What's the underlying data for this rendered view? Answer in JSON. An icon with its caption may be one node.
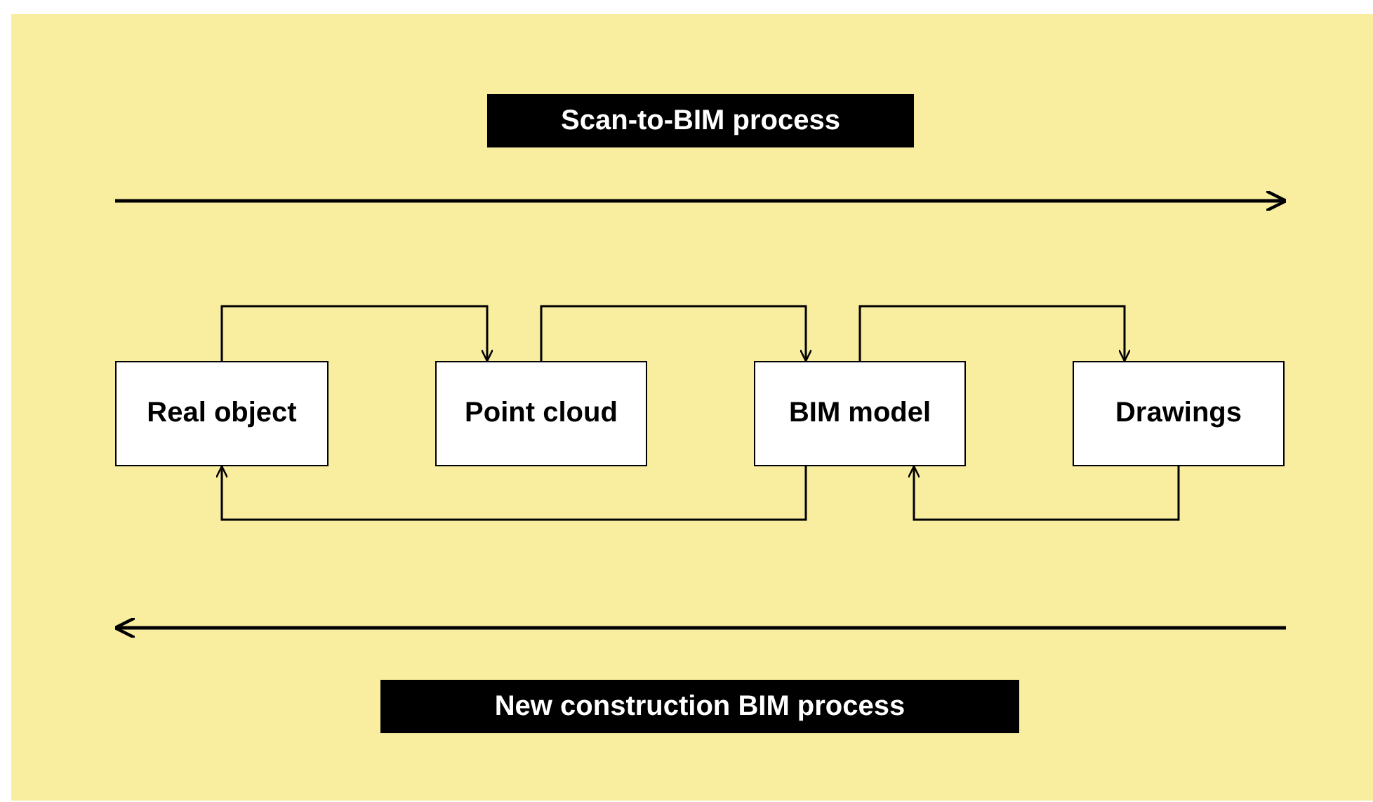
{
  "diagram": {
    "nodes": [
      {
        "text": [
          "Real object"
        ]
      },
      {
        "text": [
          "Point cloud"
        ]
      },
      {
        "text": [
          "BIM model"
        ]
      },
      {
        "text": [
          "Drawings"
        ]
      },
      {
        "text": [
          "Scan-to-BIM process"
        ]
      },
      {
        "text": [
          "New construction BIM process"
        ]
      }
    ],
    "edges": [
      {
        "from": 0,
        "to": 1,
        "arrow": "to"
      },
      {
        "from": 1,
        "to": 2,
        "arrow": "to"
      },
      {
        "from": 2,
        "to": 3,
        "arrow": "to"
      },
      {
        "from": 2,
        "to": 0,
        "arrow": "to"
      },
      {
        "from": 3,
        "to": 2,
        "arrow": "to"
      }
    ]
  }
}
